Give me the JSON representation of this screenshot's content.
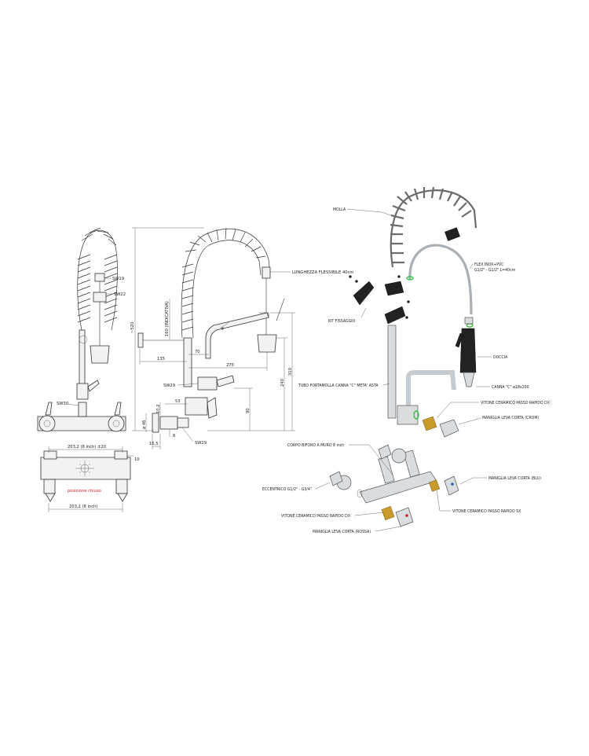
{
  "labels": {
    "molla": "MOLLA",
    "flex_line1": "FLEX INOX+PVC",
    "flex_line2": "G1/2\" - G1/2\" L=40cm",
    "kit": "KIT FISSAGGIO",
    "doccia": "DOCCIA",
    "tubo": "TUBO PORTAMOLLA CANNA \"C\" META' ASTA",
    "canna": "CANNA \"C\" ø18x200",
    "vitone_dx_top": "VITONE CERAMICO PASSO RAPIDO DX",
    "maniglia_crom": "MANIGLIA LEVA CORTA (CROM)",
    "corpo": "CORPO BIFORO A MURO 8 inch",
    "eccentrico": "ECCENTRICO G1/2\" - G3/4\"",
    "maniglia_blu": "MANIGLIA LEVA CORTA (BLU)",
    "vitone_sx": "VITONE CERAMICO PASSO RAPIDO SX",
    "vitone_dx_bottom": "VITONE CERAMICO PASSO RAPIDO DX",
    "maniglia_rossa": "MANIGLIA LEVA CORTA (ROSSA)",
    "lunghezza": "LUNGHEZZA FLESSIBILE 40cm",
    "posizione": "posizione chiuso"
  },
  "dimensions": {
    "sw19": "SW19",
    "sw22": "SW22",
    "sw30": "SW30",
    "sw29_a": "SW29",
    "sw29_b": "SW29",
    "d_520": "~520",
    "d_160": "160 (INDICATIVA)",
    "d_70": "70",
    "d_135": "135",
    "d_270": "270",
    "d_310": "310",
    "d_240": "240",
    "d_90": "90",
    "d_53": "53",
    "d_10_2": "10,2",
    "d_46": "ø 46",
    "d_16_5": "16,5",
    "d_8": "8",
    "d_203_top": "203,2  (8 inch) ±20",
    "d_10": "10",
    "d_203_bottom": "203,2  (8 inch)"
  },
  "colors": {
    "note_red": "#e02020",
    "gasket_green": "#3bbf4a",
    "brass": "#c89b2c",
    "handle_blue": "#2a5db0",
    "handle_red": "#d02020"
  }
}
